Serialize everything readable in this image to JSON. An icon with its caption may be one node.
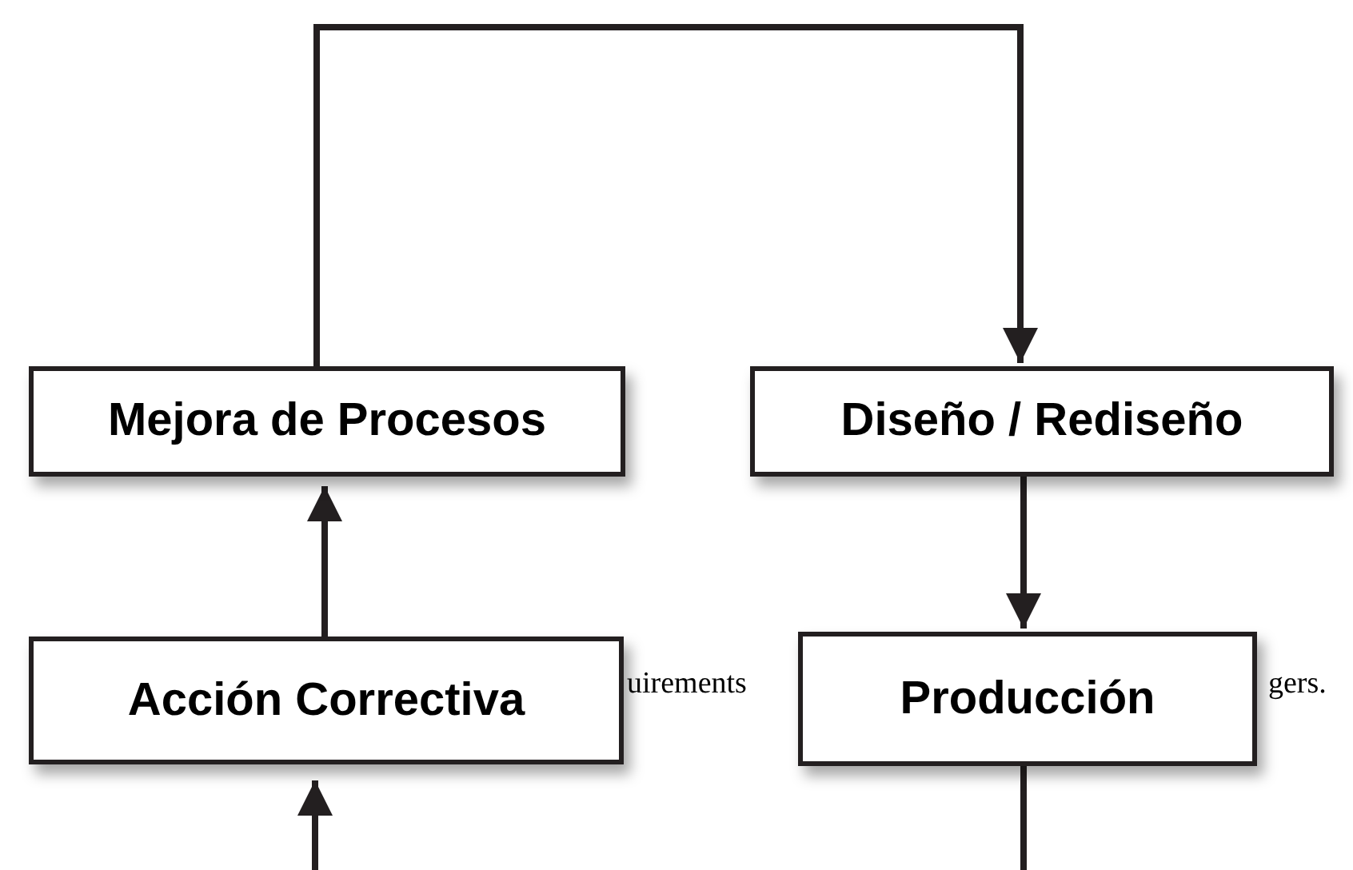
{
  "diagram": {
    "nodes": [
      {
        "text": [
          "Mejora de Procesos"
        ]
      },
      {
        "text": [
          "Diseño / Rediseño"
        ]
      },
      {
        "text": [
          "Acción Correctiva"
        ]
      },
      {
        "text": [
          "Producción"
        ]
      }
    ],
    "edges": [
      {
        "from": 0,
        "to": 1,
        "arrow": "to"
      },
      {
        "from": 1,
        "to": 3,
        "arrow": "to"
      },
      {
        "from": 2,
        "to": 0,
        "arrow": "to"
      },
      {
        "from": null,
        "to": 2,
        "arrow": "to"
      },
      {
        "from": 3,
        "to": null,
        "arrow": "none"
      }
    ],
    "labels": [
      "uirements",
      "gers."
    ]
  }
}
